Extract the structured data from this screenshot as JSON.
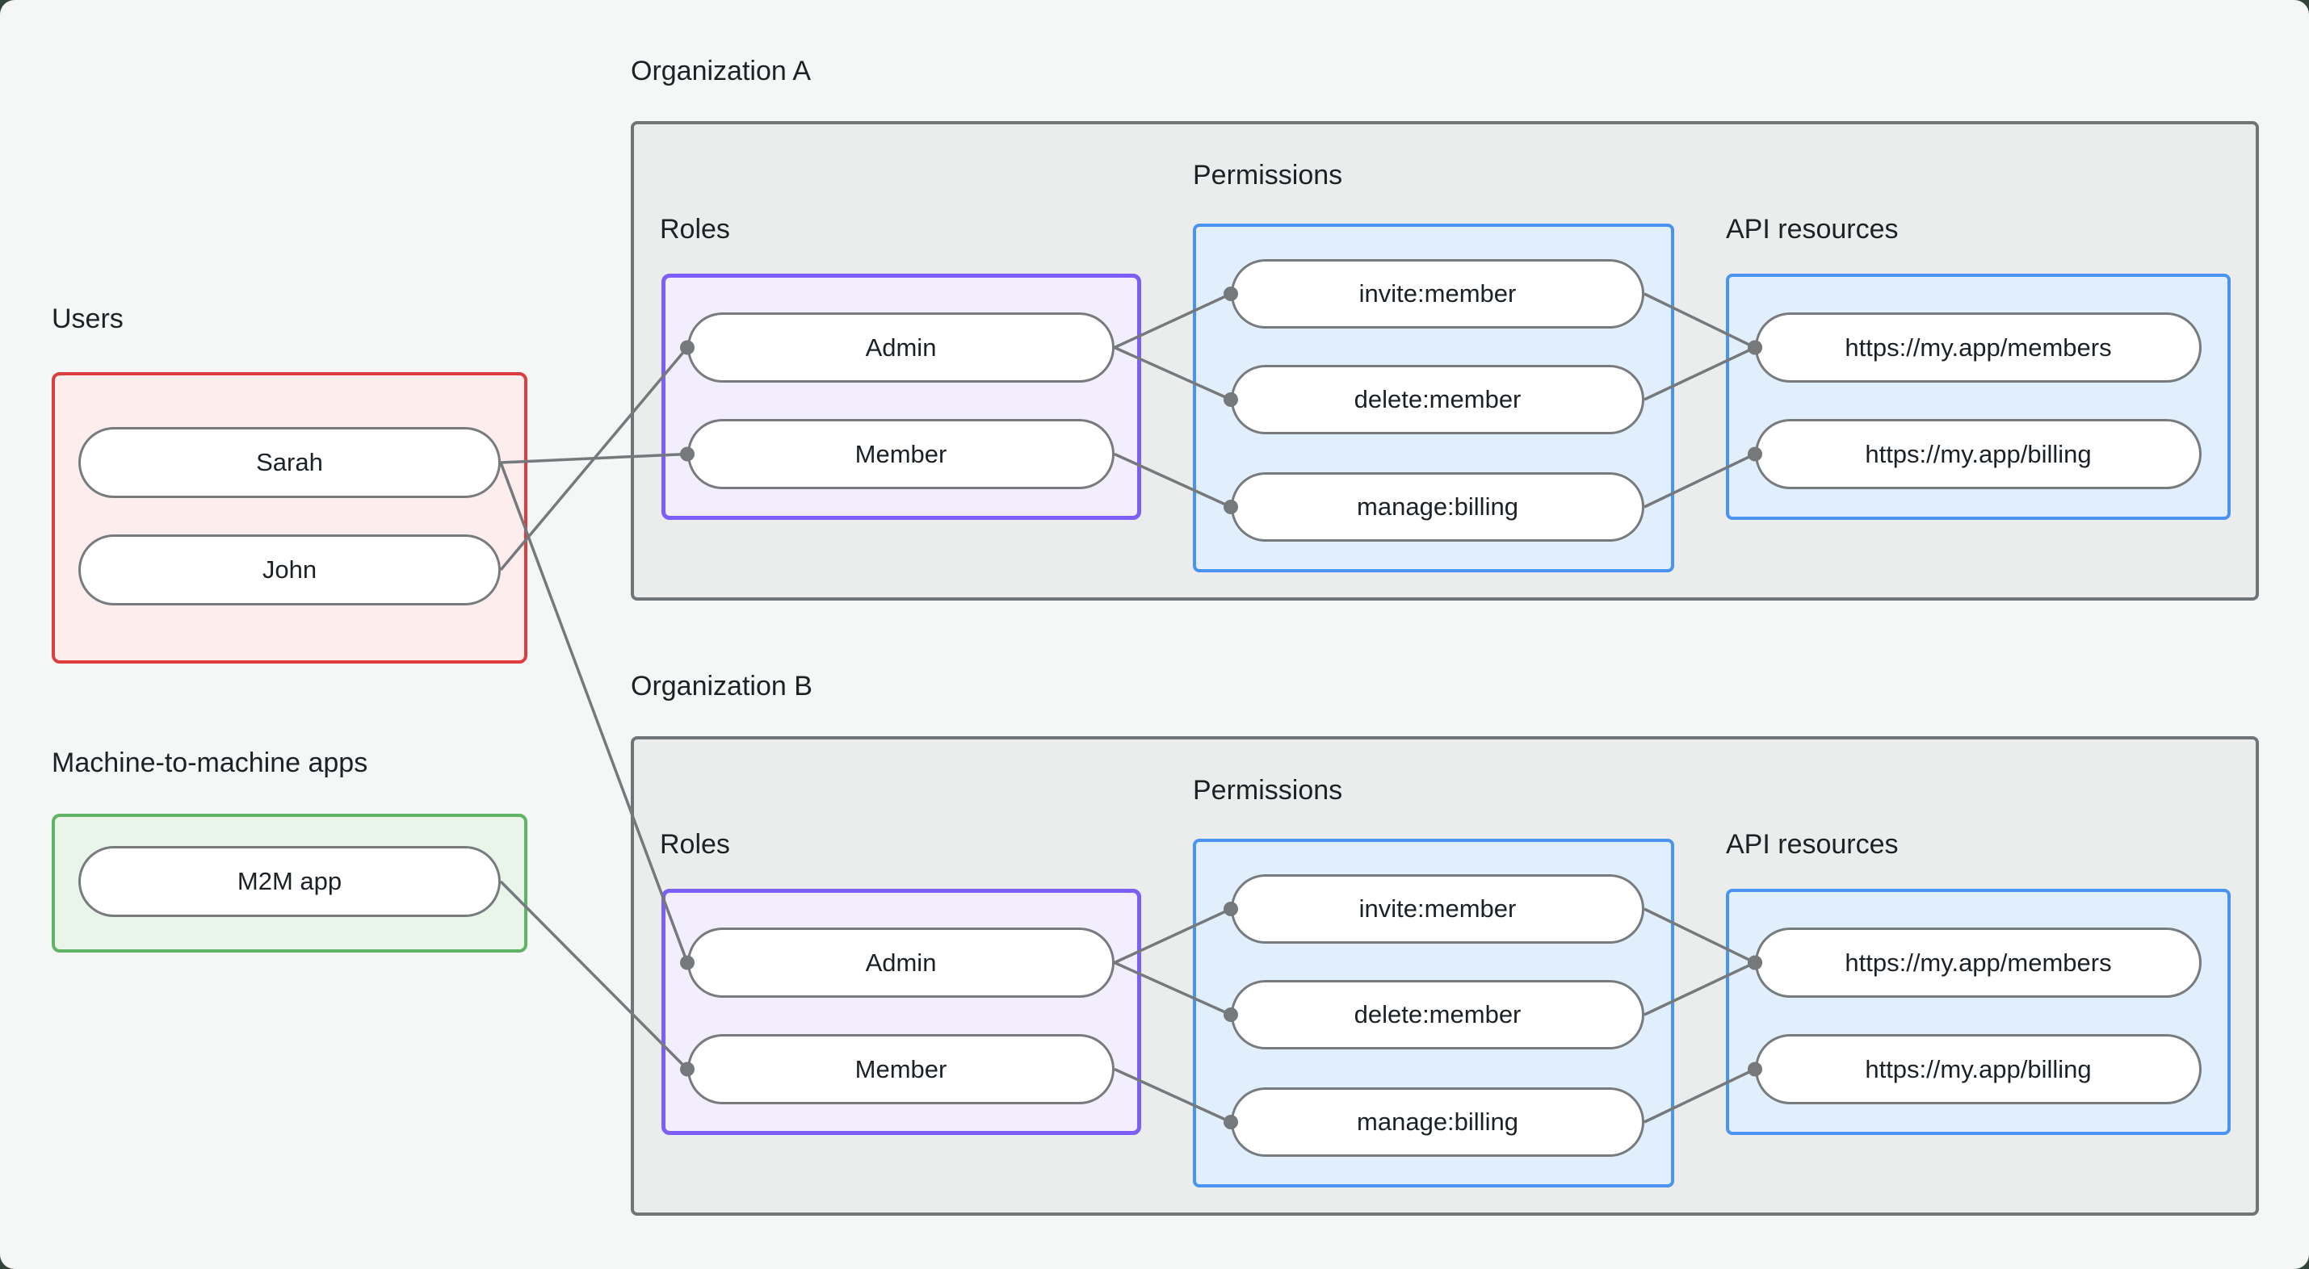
{
  "colors": {
    "page_bg": "#f5f7f6",
    "text": "#1c2125",
    "red_border": "#dd3d3d",
    "red_fill": "#fdeded",
    "green_border": "#61b465",
    "green_fill": "#e9f5e9",
    "purple_border": "#7d5ef9",
    "purple_fill": "#f3eefd",
    "blue_border": "#4b93f1",
    "blue_fill": "#e1eefb",
    "gray_border": "#6f7476",
    "gray_fill": "#ebedec",
    "pill_border": "#777b7e",
    "pill_fill": "#ffffff",
    "edge": "#75797c"
  },
  "sections": {
    "users": {
      "title": "Users"
    },
    "m2m": {
      "title": "Machine-to-machine apps"
    },
    "org_a": {
      "title": "Organization A",
      "roles_label": "Roles",
      "permissions_label": "Permissions",
      "api_label": "API resources"
    },
    "org_b": {
      "title": "Organization B",
      "roles_label": "Roles",
      "permissions_label": "Permissions",
      "api_label": "API resources"
    }
  },
  "nodes": {
    "users": {
      "sarah": "Sarah",
      "john": "John"
    },
    "m2m": {
      "app": "M2M app"
    },
    "org_a": {
      "admin": "Admin",
      "member": "Member",
      "invite": "invite:member",
      "delete": "delete:member",
      "manage": "manage:billing",
      "api_members": "https://my.app/members",
      "api_billing": "https://my.app/billing"
    },
    "org_b": {
      "admin": "Admin",
      "member": "Member",
      "invite": "invite:member",
      "delete": "delete:member",
      "manage": "manage:billing",
      "api_members": "https://my.app/members",
      "api_billing": "https://my.app/billing"
    }
  },
  "edges": [
    [
      "sarah",
      "member_a"
    ],
    [
      "john",
      "admin_a"
    ],
    [
      "sarah",
      "admin_b"
    ],
    [
      "m2m_app",
      "member_b"
    ],
    [
      "admin_a",
      "invite_a"
    ],
    [
      "admin_a",
      "delete_a"
    ],
    [
      "member_a",
      "manage_a"
    ],
    [
      "invite_a",
      "api_members_a"
    ],
    [
      "delete_a",
      "api_members_a"
    ],
    [
      "manage_a",
      "api_billing_a"
    ],
    [
      "admin_b",
      "invite_b"
    ],
    [
      "admin_b",
      "delete_b"
    ],
    [
      "member_b",
      "manage_b"
    ],
    [
      "invite_b",
      "api_members_b"
    ],
    [
      "delete_b",
      "api_members_b"
    ],
    [
      "manage_b",
      "api_billing_b"
    ]
  ]
}
